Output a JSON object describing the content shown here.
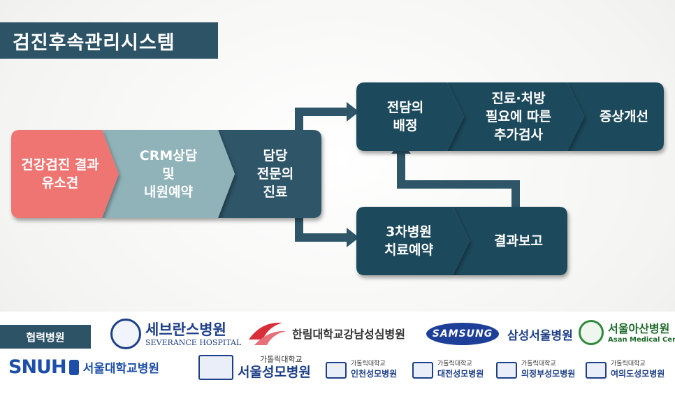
{
  "title": "검진후속관리시스템",
  "colors": {
    "title_bg": "#2d5366",
    "node_dark": "#1f4a5c",
    "node_start": "#ee7472",
    "node_crm": "#8fb3b9",
    "node_doctor": "#2e5568"
  },
  "flow": {
    "start": "건강검진 결과\n유소견",
    "crm": "CRM상담\n및\n내원예약",
    "doctor": "담당\n전문의\n진료",
    "assign": "전담의\n배정",
    "exam": "진료·처방\n필요에 따른\n추가검사",
    "improve": "증상개선",
    "tertiary": "3차병원\n치료예약",
    "report": "결과보고"
  },
  "partners": {
    "label": "협력병원",
    "severance": "세브란스병원",
    "severance_en": "SEVERANCE HOSPITAL",
    "hallym": "한림대학교강남성심병원",
    "samsung_brand": "SAMSUNG",
    "samsung": "삼성서울병원",
    "asan": "서울아산병원",
    "asan_en": "Asan Medical Center",
    "snuh_brand": "SNUH",
    "snuh": "서울대학교병원",
    "catholic_univ": "가톨릭대학교",
    "seoul_st_mary": "서울성모병원",
    "incheon": "인천성모병원",
    "daejeon": "대전성모병원",
    "uijeongbu": "의정부성모병원",
    "yeouido": "여의도성모병원"
  }
}
